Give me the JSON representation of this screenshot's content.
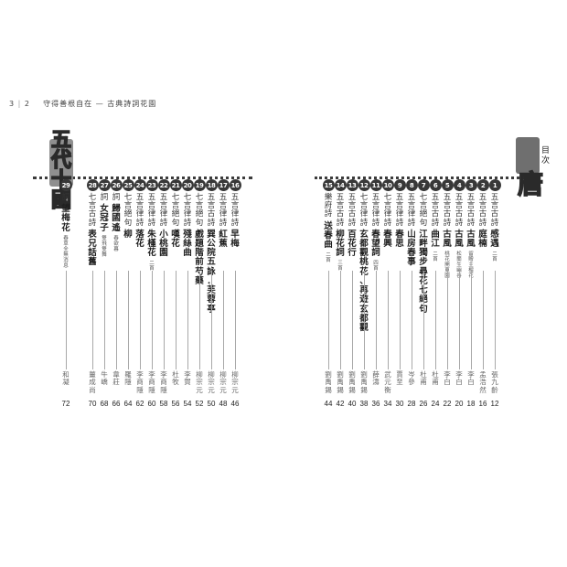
{
  "running_head": {
    "page": "3",
    "page2": "2",
    "text": "守得善根自在 — 古典詩詞花園"
  },
  "toc_label": "目次",
  "sections": {
    "tang": "唐",
    "five_dynasties": "五代十國"
  },
  "entries": [
    {
      "num": "1",
      "form": "五言古詩",
      "title": "感遇",
      "sub": "二首",
      "author": "張九齡",
      "page": "12"
    },
    {
      "num": "2",
      "form": "五言古詩",
      "title": "庭楠",
      "sub": "",
      "author": "孟浩然",
      "page": "16"
    },
    {
      "num": "3",
      "form": "五言古詩",
      "title": "古風",
      "sub": "留贈主榴花",
      "author": "李白",
      "page": "18"
    },
    {
      "num": "4",
      "form": "五言古詩",
      "title": "古風",
      "sub": "松蘭生幽谷",
      "author": "李白",
      "page": "20"
    },
    {
      "num": "5",
      "form": "五言古詩",
      "title": "古風",
      "sub": "桃花開東園",
      "author": "李白",
      "page": "22"
    },
    {
      "num": "6",
      "form": "五言古詩",
      "title": "曲江",
      "sub": "二首",
      "author": "杜甫",
      "page": "24"
    },
    {
      "num": "7",
      "form": "七言絕句",
      "title": "江畔獨步尋花七絕句",
      "sub": "",
      "author": "杜甫",
      "page": "26"
    },
    {
      "num": "8",
      "form": "五言律詩",
      "title": "山房春事",
      "sub": "",
      "author": "岑參",
      "page": "28"
    },
    {
      "num": "9",
      "form": "五言律詩",
      "title": "春思",
      "sub": "",
      "author": "賈至",
      "page": "30"
    },
    {
      "num": "10",
      "form": "七言律詩",
      "title": "春興",
      "sub": "",
      "author": "武元衡",
      "page": "34"
    },
    {
      "num": "11",
      "form": "五言律詩",
      "title": "春望詞",
      "sub": "四首",
      "author": "薛濤",
      "page": "36"
    },
    {
      "num": "12",
      "form": "七言律詩",
      "title": "玄都觀桃花、再遊玄都觀",
      "sub": "",
      "author": "劉禹錫",
      "page": "38"
    },
    {
      "num": "13",
      "form": "五言古詩",
      "title": "百花行",
      "sub": "",
      "author": "劉禹錫",
      "page": "40"
    },
    {
      "num": "14",
      "form": "五言古詩",
      "title": "柳花詞",
      "sub": "三首",
      "author": "劉禹錫",
      "page": "42"
    },
    {
      "num": "15",
      "form": "樂府詩",
      "title": "送春曲",
      "sub": "二首",
      "author": "劉禹錫",
      "page": "44"
    },
    {
      "num": "16",
      "form": "五言律詩",
      "title": "早梅",
      "sub": "",
      "author": "柳宗元",
      "page": "46"
    },
    {
      "num": "17",
      "form": "五言律詩",
      "title": "紅蕉",
      "sub": "",
      "author": "柳宗元",
      "page": "48"
    },
    {
      "num": "18",
      "form": "五言古詩",
      "title": "巽公院五詠．芙蓉亭",
      "sub": "",
      "author": "柳宗元",
      "page": "50"
    },
    {
      "num": "19",
      "form": "七言絕句",
      "title": "戲題階前芍藥",
      "sub": "",
      "author": "柳宗元",
      "page": "52"
    },
    {
      "num": "20",
      "form": "七言律詩",
      "title": "殘絲曲",
      "sub": "",
      "author": "李賀",
      "page": "54"
    },
    {
      "num": "21",
      "form": "七言絕句",
      "title": "嘆花",
      "sub": "",
      "author": "杜牧",
      "page": "56"
    },
    {
      "num": "22",
      "form": "五言律詩",
      "title": "小桃園",
      "sub": "",
      "author": "李商隱",
      "page": "58"
    },
    {
      "num": "23",
      "form": "五言律詩",
      "title": "朱槿花",
      "sub": "二首",
      "author": "李商隱",
      "page": "60"
    },
    {
      "num": "24",
      "form": "五言律詩",
      "title": "落花",
      "sub": "",
      "author": "李商隱",
      "page": "62"
    },
    {
      "num": "25",
      "form": "七言絕句",
      "title": "柳",
      "sub": "",
      "author": "羅隱",
      "page": "64"
    },
    {
      "num": "26",
      "form": "詞",
      "title": "歸國遙",
      "sub": "春欲暮",
      "author": "韋莊",
      "page": "66"
    },
    {
      "num": "27",
      "form": "詞",
      "title": "女冠子",
      "sub": "雙飛雙舞",
      "author": "牛嶠",
      "page": "68"
    },
    {
      "num": "28",
      "form": "七言古詩",
      "title": "表兄話舊",
      "sub": "",
      "author": "薑成尚",
      "page": "70"
    },
    {
      "num": "29",
      "form": "詞",
      "title": "望梅花",
      "sub": "春草全無消息",
      "author": "和凝",
      "page": "72"
    }
  ]
}
